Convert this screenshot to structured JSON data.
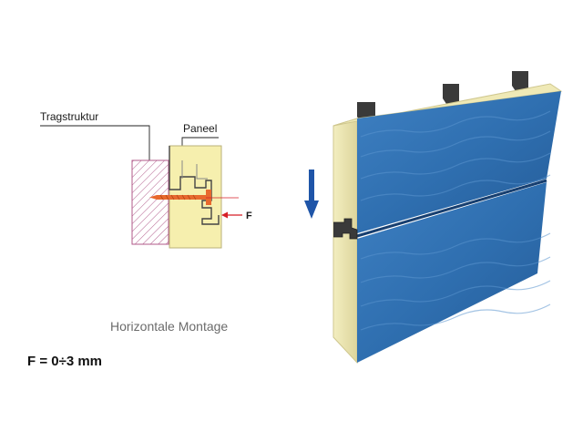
{
  "labels": {
    "support_structure": "Tragstruktur",
    "panel": "Paneel",
    "force": "F",
    "caption": "Horizontale Montage",
    "formula": "F = 0÷3 mm"
  },
  "colors": {
    "panel_face": "#2f6fb0",
    "panel_edge": "#ece7b4",
    "core": "#f6efae",
    "support_hatch": "#b05a8a",
    "screw": "#e8692e",
    "force_arrow": "#d61f26",
    "direction_arrow": "#1f55a8",
    "bracket": "#3a3a3a"
  },
  "icons": {
    "direction": "arrow-down-icon",
    "force": "arrow-left-icon"
  }
}
